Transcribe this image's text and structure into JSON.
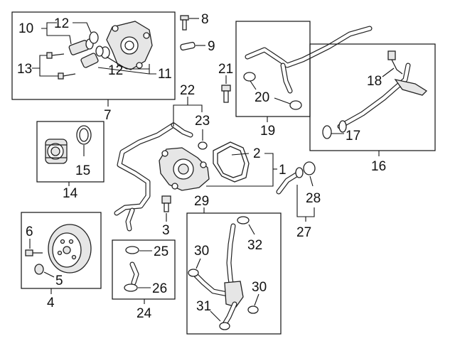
{
  "labels": {
    "p1": "1",
    "p2": "2",
    "p3": "3",
    "p4": "4",
    "p5": "5",
    "p6": "6",
    "p7": "7",
    "p8": "8",
    "p9": "9",
    "p10": "10",
    "p11": "11",
    "p12a": "12",
    "p12b": "12",
    "p13": "13",
    "p14": "14",
    "p15": "15",
    "p16": "16",
    "p17": "17",
    "p18": "18",
    "p19": "19",
    "p20": "20",
    "p21": "21",
    "p22": "22",
    "p23": "23",
    "p24": "24",
    "p25": "25",
    "p26": "26",
    "p27": "27",
    "p28": "28",
    "p29": "29",
    "p30a": "30",
    "p30b": "30",
    "p31": "31",
    "p32": "32"
  }
}
